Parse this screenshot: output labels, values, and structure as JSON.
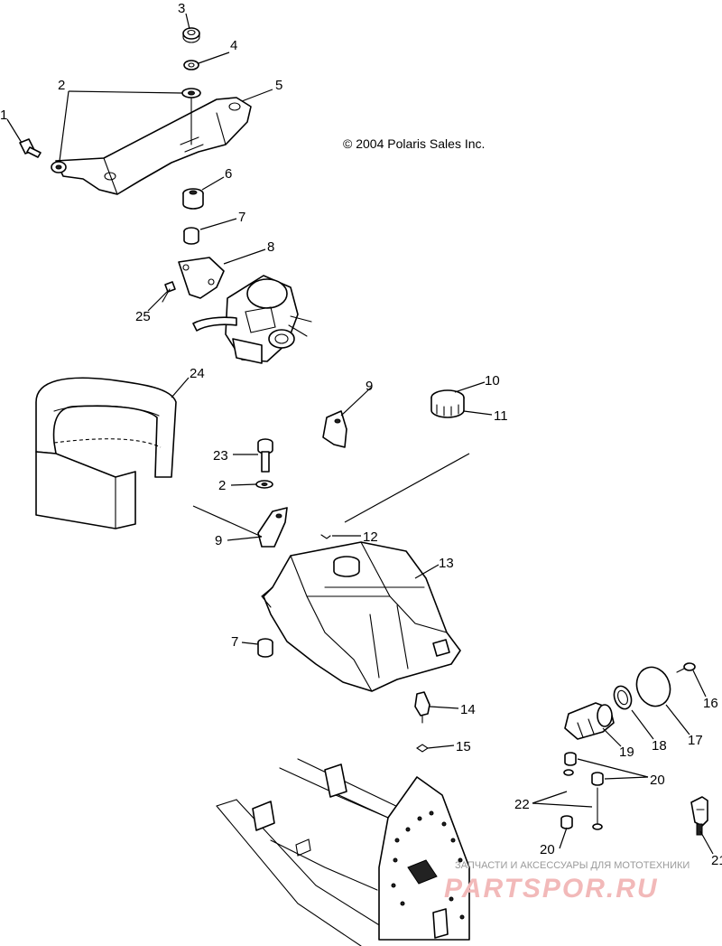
{
  "copyright": "© 2004 Polaris Sales Inc.",
  "watermark": {
    "tagline": "ЗАПЧАСТИ И АКСЕССУАРЫ ДЛЯ МОТОТЕХНИКИ",
    "logo": "PARTSPOR.RU",
    "logo_color": "#f2b9b9"
  },
  "callouts": {
    "c1": "1",
    "c2a": "2",
    "c2b": "2",
    "c3": "3",
    "c4": "4",
    "c5": "5",
    "c6": "6",
    "c7a": "7",
    "c7b": "7",
    "c8": "8",
    "c9a": "9",
    "c9b": "9",
    "c10": "10",
    "c11": "11",
    "c12": "12",
    "c13": "13",
    "c14": "14",
    "c15": "15",
    "c16": "16",
    "c17": "17",
    "c18": "18",
    "c19": "19",
    "c20a": "20",
    "c20b": "20",
    "c21": "21",
    "c22": "22",
    "c23": "23",
    "c24": "24",
    "c25": "25"
  }
}
